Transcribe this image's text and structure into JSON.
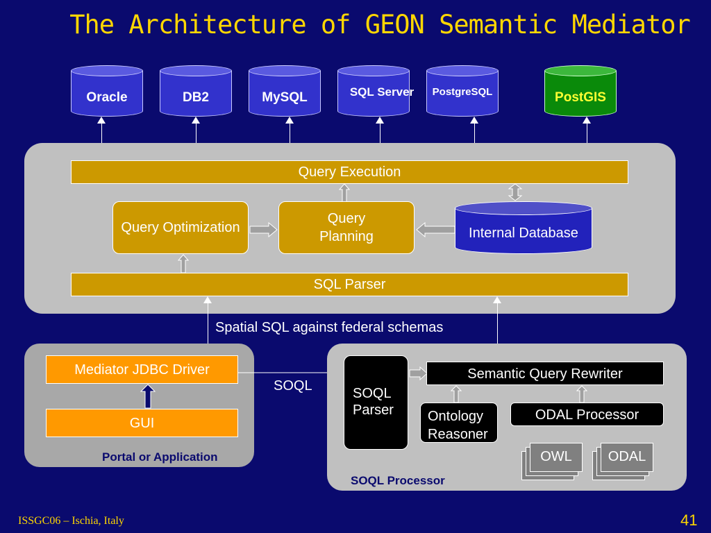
{
  "title": "The Architecture of GEON Semantic Mediator",
  "databases": [
    "Oracle",
    "DB2",
    "MySQL",
    "SQL Server",
    "PostgreSQL",
    "PostGIS"
  ],
  "mediator": {
    "query_execution": "Query Execution",
    "query_optimization": "Query Optimization",
    "query_planning": "Query Planning",
    "internal_database": "Internal Database",
    "sql_parser": "SQL Parser"
  },
  "spatial_sql_label": "Spatial SQL against federal schemas",
  "portal": {
    "jdbc_driver": "Mediator JDBC Driver",
    "gui": "GUI",
    "label": "Portal or Application"
  },
  "soql_label": "SOQL",
  "soql_processor": {
    "parser": "SOQL Parser",
    "rewriter": "Semantic Query Rewriter",
    "ontology_reasoner": "Ontology Reasoner",
    "odal_processor": "ODAL Processor",
    "owl": "OWL",
    "odal": "ODAL",
    "label": "SOQL Processor"
  },
  "footer": "ISSGC06 – Ischia, Italy",
  "page_number": "41",
  "colors": {
    "background": "#0a0a6e",
    "title": "#ffd700",
    "database": "#3232cc",
    "postgis": "#0a8a0a",
    "gold": "#cc9900",
    "orange": "#ff9900",
    "panel": "#c0c0c0"
  }
}
